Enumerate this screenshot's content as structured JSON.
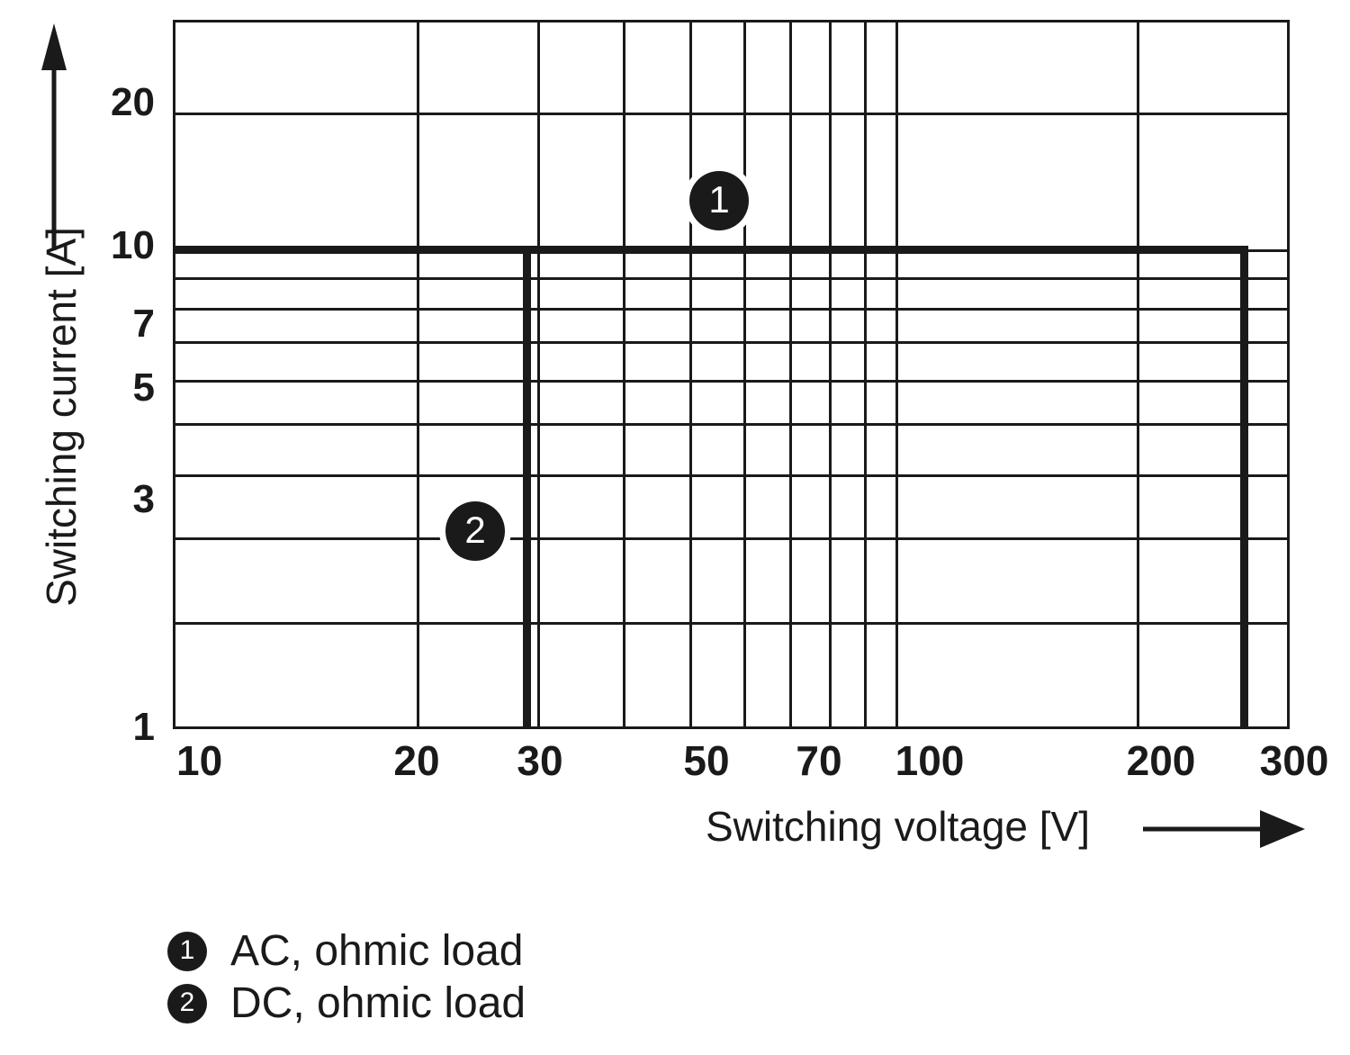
{
  "chart_data": {
    "type": "line",
    "title": "",
    "xlabel": "Switching voltage [V]",
    "ylabel": "Switching current [A]",
    "xscale": "log",
    "yscale": "log",
    "xlim": [
      10,
      300
    ],
    "ylim": [
      1,
      26
    ],
    "grid": true,
    "x_ticklabels": [
      "10",
      "20",
      "30",
      "50",
      "70",
      "100",
      "200",
      "300"
    ],
    "x_tickvalues": [
      10,
      20,
      30,
      50,
      70,
      100,
      200,
      300
    ],
    "x_gridlines": [
      10,
      20,
      30,
      40,
      50,
      60,
      70,
      80,
      90,
      100,
      200,
      300
    ],
    "y_ticklabels": [
      "20",
      "10",
      "7",
      "5",
      "3",
      "1"
    ],
    "y_tickvalues": [
      20,
      10,
      7,
      5,
      3,
      1
    ],
    "y_gridlines": [
      1,
      2,
      3,
      4,
      5,
      6,
      7,
      8,
      9,
      10,
      20
    ],
    "legend_position": "below-plot",
    "series": [
      {
        "name": "AC, ohmic load",
        "marker_label": "1",
        "points": [
          [
            10,
            10
          ],
          [
            265,
            10
          ],
          [
            265,
            1
          ]
        ],
        "description": "Constant 10 A from 10 V to approximately 265 V, then drops vertically"
      },
      {
        "name": "DC, ohmic load",
        "marker_label": "2",
        "points": [
          [
            28,
            1
          ],
          [
            28,
            10
          ]
        ],
        "description": "Vertical limit at approximately 28 V from 1 A up to 10 A"
      }
    ],
    "annotations": [
      {
        "label": "1",
        "x": 53,
        "y": 13.5
      },
      {
        "label": "2",
        "x": 25,
        "y": 2.65
      }
    ]
  },
  "axes": {
    "y_title": "Switching current [A]",
    "x_title": "Switching voltage [V]",
    "y_ticks": [
      {
        "label": "20",
        "value": 20
      },
      {
        "label": "10",
        "value": 10
      },
      {
        "label": "7",
        "value": 7
      },
      {
        "label": "5",
        "value": 5
      },
      {
        "label": "3",
        "value": 3
      },
      {
        "label": "1",
        "value": 1
      }
    ],
    "x_ticks": [
      {
        "label": "10",
        "value": 10
      },
      {
        "label": "20",
        "value": 20
      },
      {
        "label": "30",
        "value": 30
      },
      {
        "label": "50",
        "value": 50
      },
      {
        "label": "70",
        "value": 70
      },
      {
        "label": "100",
        "value": 100
      },
      {
        "label": "200",
        "value": 200
      },
      {
        "label": "300",
        "value": 300
      }
    ]
  },
  "callouts": [
    {
      "id": "1",
      "label": "1"
    },
    {
      "id": "2",
      "label": "2"
    }
  ],
  "legend": {
    "items": [
      {
        "marker": "1",
        "text": "AC, ohmic load"
      },
      {
        "marker": "2",
        "text": "DC, ohmic load"
      }
    ]
  },
  "colors": {
    "ink": "#1a1a1a",
    "background": "#ffffff",
    "grid": "#1a1a1a",
    "curve": "#1a1a1a"
  }
}
